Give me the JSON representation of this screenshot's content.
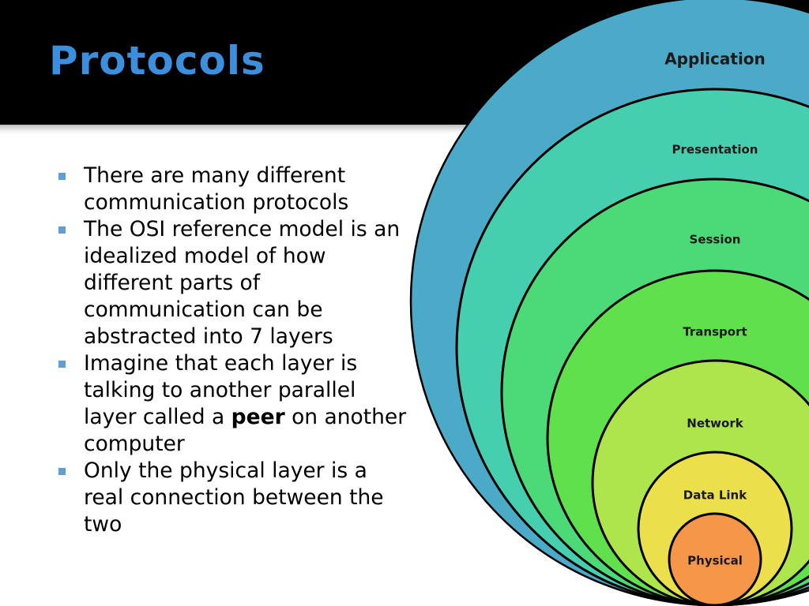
{
  "title": "Protocols",
  "bullets": [
    {
      "text": "There are many different communication protocols"
    },
    {
      "text": "The OSI reference model is an idealized model of how different parts of communication can be abstracted into 7 layers"
    },
    {
      "text_before": "Imagine that each layer is talking to another parallel layer called a ",
      "emphasis": "peer",
      "text_after": " on another computer"
    },
    {
      "text": "Only the physical layer is a real connection between the two"
    }
  ],
  "osi_layers": [
    {
      "label": "Application",
      "color": "#4aaac8"
    },
    {
      "label": "Presentation",
      "color": "#46cfae"
    },
    {
      "label": "Session",
      "color": "#4cd977"
    },
    {
      "label": "Transport",
      "color": "#5fe04c"
    },
    {
      "label": "Network",
      "color": "#aee54c"
    },
    {
      "label": "Data Link",
      "color": "#ecdf4c"
    },
    {
      "label": "Physical",
      "color": "#f59648"
    }
  ],
  "colors": {
    "title": "#3c8fdc",
    "bullet_marker": "#5f9fd6",
    "header_background": "#000000",
    "circle_outline": "#000000"
  }
}
